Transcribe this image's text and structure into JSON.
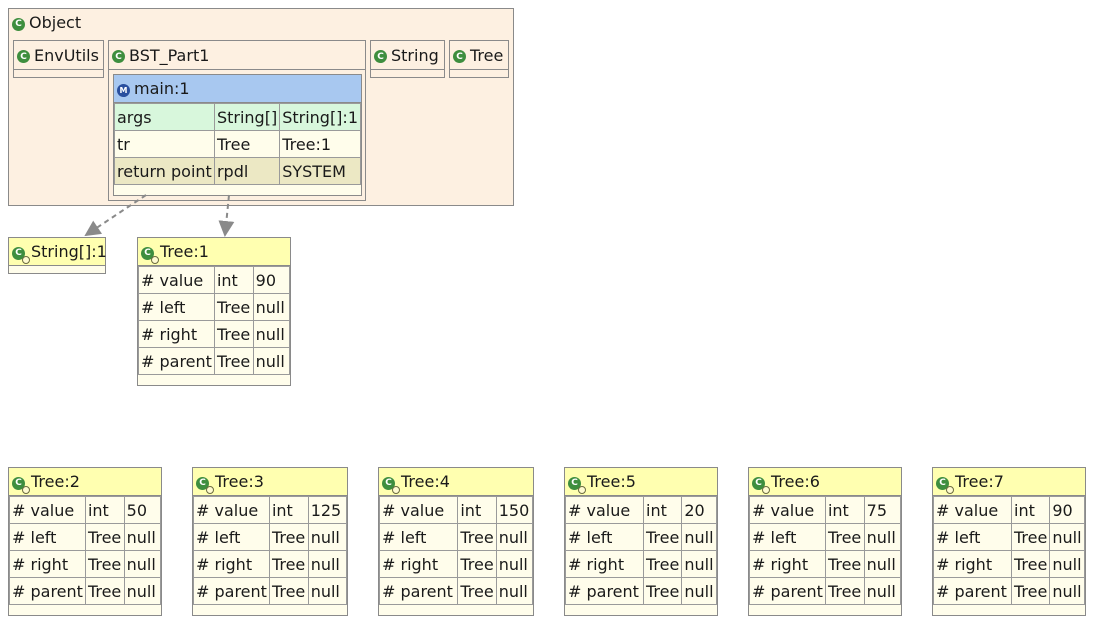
{
  "object_class": {
    "name": "Object"
  },
  "classes": {
    "env_utils": "EnvUtils",
    "bst_part1": "BST_Part1",
    "string": "String",
    "tree": "Tree"
  },
  "frame": {
    "name": "main:1",
    "rows": [
      {
        "name": "args",
        "type": "String[]",
        "value": "String[]:1",
        "color": "#d8f7dc"
      },
      {
        "name": "tr",
        "type": "Tree",
        "value": "Tree:1",
        "color": "#fffdeb"
      },
      {
        "name": "return point",
        "type": "rpdl",
        "value": "SYSTEM",
        "color": "#ece8c4"
      }
    ]
  },
  "string_array": {
    "name": "String[]:1"
  },
  "trees": [
    {
      "name": "Tree:1",
      "fields": [
        {
          "name": "# value",
          "type": "int",
          "value": "90"
        },
        {
          "name": "# left",
          "type": "Tree",
          "value": "null"
        },
        {
          "name": "# right",
          "type": "Tree",
          "value": "null"
        },
        {
          "name": "# parent",
          "type": "Tree",
          "value": "null"
        }
      ]
    },
    {
      "name": "Tree:2",
      "fields": [
        {
          "name": "# value",
          "type": "int",
          "value": "50"
        },
        {
          "name": "# left",
          "type": "Tree",
          "value": "null"
        },
        {
          "name": "# right",
          "type": "Tree",
          "value": "null"
        },
        {
          "name": "# parent",
          "type": "Tree",
          "value": "null"
        }
      ]
    },
    {
      "name": "Tree:3",
      "fields": [
        {
          "name": "# value",
          "type": "int",
          "value": "125"
        },
        {
          "name": "# left",
          "type": "Tree",
          "value": "null"
        },
        {
          "name": "# right",
          "type": "Tree",
          "value": "null"
        },
        {
          "name": "# parent",
          "type": "Tree",
          "value": "null"
        }
      ]
    },
    {
      "name": "Tree:4",
      "fields": [
        {
          "name": "# value",
          "type": "int",
          "value": "150"
        },
        {
          "name": "# left",
          "type": "Tree",
          "value": "null"
        },
        {
          "name": "# right",
          "type": "Tree",
          "value": "null"
        },
        {
          "name": "# parent",
          "type": "Tree",
          "value": "null"
        }
      ]
    },
    {
      "name": "Tree:5",
      "fields": [
        {
          "name": "# value",
          "type": "int",
          "value": "20"
        },
        {
          "name": "# left",
          "type": "Tree",
          "value": "null"
        },
        {
          "name": "# right",
          "type": "Tree",
          "value": "null"
        },
        {
          "name": "# parent",
          "type": "Tree",
          "value": "null"
        }
      ]
    },
    {
      "name": "Tree:6",
      "fields": [
        {
          "name": "# value",
          "type": "int",
          "value": "75"
        },
        {
          "name": "# left",
          "type": "Tree",
          "value": "null"
        },
        {
          "name": "# right",
          "type": "Tree",
          "value": "null"
        },
        {
          "name": "# parent",
          "type": "Tree",
          "value": "null"
        }
      ]
    },
    {
      "name": "Tree:7",
      "fields": [
        {
          "name": "# value",
          "type": "int",
          "value": "90"
        },
        {
          "name": "# left",
          "type": "Tree",
          "value": "null"
        },
        {
          "name": "# right",
          "type": "Tree",
          "value": "null"
        },
        {
          "name": "# parent",
          "type": "Tree",
          "value": "null"
        }
      ]
    }
  ],
  "colors": {
    "class_bg": "#fdf0e1",
    "frame_header": "#a8c8f0",
    "object_header": "#ffffb0",
    "object_row": "#fffdeb",
    "arrow": "#8a8a8a"
  }
}
